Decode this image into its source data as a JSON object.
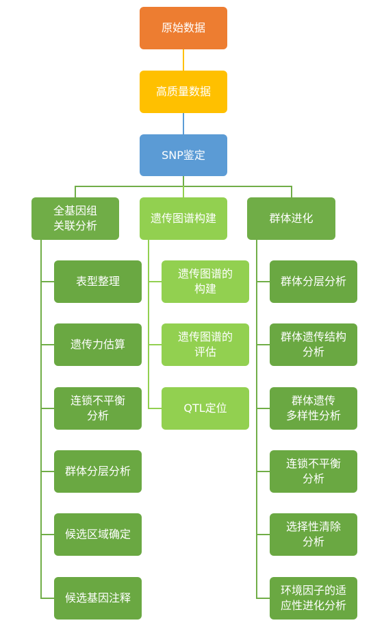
{
  "root": "原始数据",
  "level2": "高质量数据",
  "level3": "SNP鉴定",
  "branches": [
    {
      "label": "全基因组\n关联分析",
      "children": [
        "表型整理",
        "遗传力估算",
        "连锁不平衡\n分析",
        "群体分层分析",
        "候选区域确定",
        "候选基因注释"
      ]
    },
    {
      "label": "遗传图谱构建",
      "children": [
        "遗传图谱的\n构建",
        "遗传图谱的\n评估",
        "QTL定位"
      ]
    },
    {
      "label": "群体进化",
      "children": [
        "群体分层分析",
        "群体遗传结构\n分析",
        "群体遗传\n多样性分析",
        "连锁不平衡\n分析",
        "选择性清除\n分析",
        "环境因子的适\n应性进化分析"
      ]
    }
  ],
  "colors": {
    "root": "#ed7d31",
    "level2": "#ffc000",
    "level3": "#5b9bd5",
    "branch_dark": "#70ad47",
    "branch_light": "#92d050",
    "connector": "#70ad47"
  }
}
